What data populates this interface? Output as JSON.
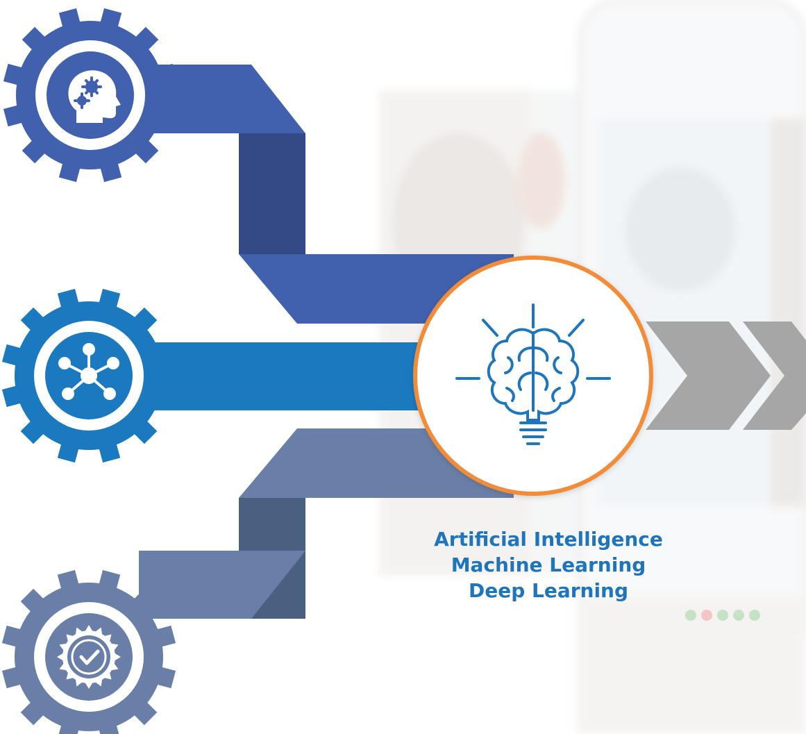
{
  "labels": [
    "Artificial Intelligence",
    "Machine Learning",
    "Deep Learning"
  ],
  "colors": {
    "gear_top": "#4161AE",
    "gear_middle": "#1B79C0",
    "gear_bottom": "#6A7FA7",
    "ribbon_top_dark": "#344A86",
    "ribbon_bottom_dark": "#4B5F80",
    "hub_border": "#F28C38",
    "arrows": "#A6A6A6",
    "text": "#1F75BC"
  },
  "icons": {
    "gear_top": "head-gears-icon",
    "gear_middle": "network-hub-icon",
    "gear_bottom": "verified-badge-icon",
    "hub": "brain-lightbulb-icon",
    "arrows": "double-chevron-right-icon"
  }
}
